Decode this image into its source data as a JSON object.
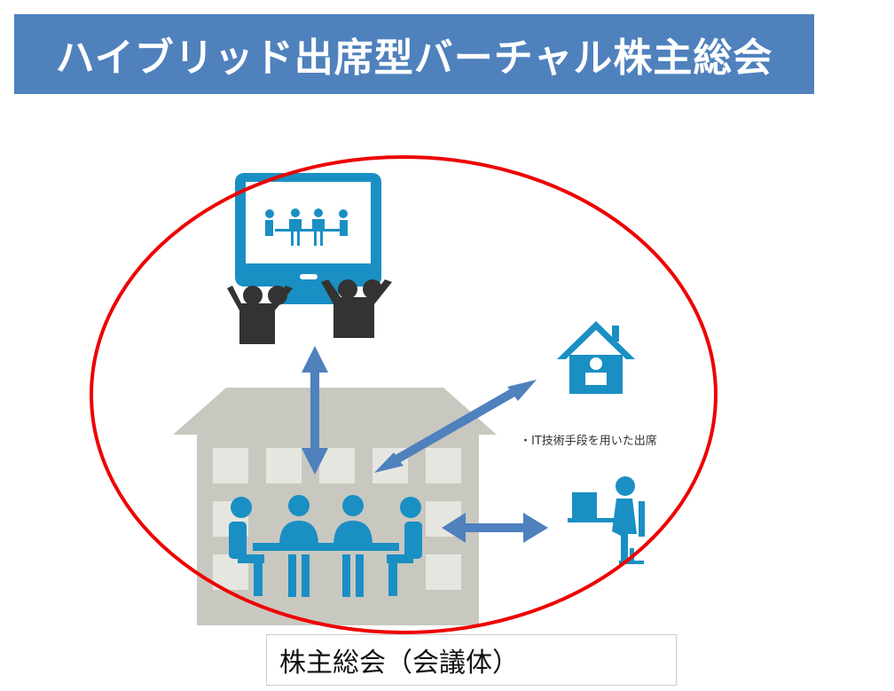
{
  "title": "ハイブリッド出席型バーチャル株主総会",
  "it_attendance_label": "・IT技術手段を用いた出席",
  "meeting_body_label": "株主総会（会議体）",
  "colors": {
    "title_bg": "#4f81bd",
    "ellipse": "#ee0000",
    "icon_blue": "#1a8fc4",
    "arrow_blue": "#4f81bd",
    "people_dark": "#333333",
    "building_gray": "#c8c8c0"
  }
}
